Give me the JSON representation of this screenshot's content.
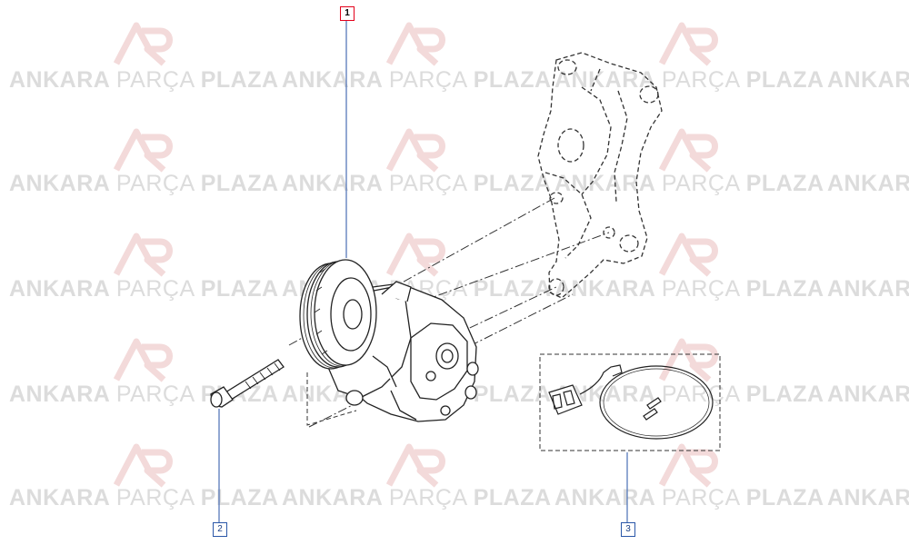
{
  "watermark": {
    "brand_left": "ANKARA",
    "brand_mid": "PARÇA",
    "brand_right": "PLAZA",
    "logo_letters": "AP",
    "color": "#dcdcdc",
    "logo_color": "#f3dada"
  },
  "callouts": [
    {
      "id": "part-1",
      "label": "1",
      "active": true
    },
    {
      "id": "part-2",
      "label": "2",
      "active": false
    },
    {
      "id": "part-3",
      "label": "3",
      "active": false
    }
  ],
  "colors": {
    "callout_active_border": "#e3001b",
    "callout_border": "#2a57a8",
    "line": "#222222",
    "leader": "#4a6fb5"
  }
}
